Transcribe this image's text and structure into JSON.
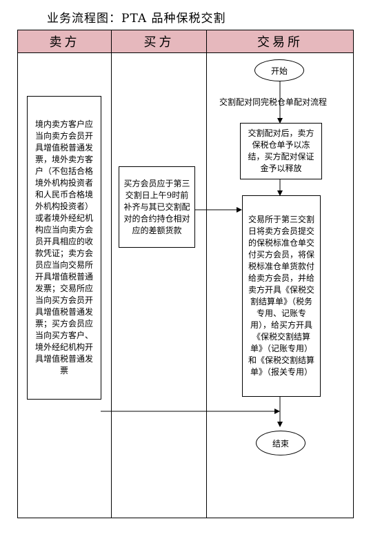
{
  "title": "业务流程图：PTA 品种保税交割",
  "lanes": [
    "卖方",
    "买方",
    "交易所"
  ],
  "nodes": {
    "start": "开始",
    "flow_label": "交割配对同完税仓单配对流程",
    "release": "交割配对后，卖方保税仓单予以冻结，买方配对保证金予以释放",
    "seller_invoice": "境内卖方客户应当向卖方会员开具增值税普通发票，境外卖方客户（不包括合格境外机构投资者和人民币合格境外机构投资者）或者境外经纪机构应当向卖方会员开具相应的收款凭证；卖方会员应当向交易所开具增值税普通发票；交易所应当向买方会员开具增值税普通发票；买方会员应当向买方客户、境外经纪机构开具增值税普通发票",
    "buyer_payment": "买方会员应于第三交割日上午9时前补齐与其已交割配对的合约持仓相对应的差额货款",
    "exchange_transfer": "交易所于第三交割日将卖方会员提交的保税标准仓单交付买方会员，将保税标准仓单货款付给卖方会员，并给卖方开具《保税交割结算单》（税务专用、记账专用），给买方开具《保税交割结算单》（记账专用）和《保税交割结算单》（报关专用）",
    "end": "结束"
  }
}
